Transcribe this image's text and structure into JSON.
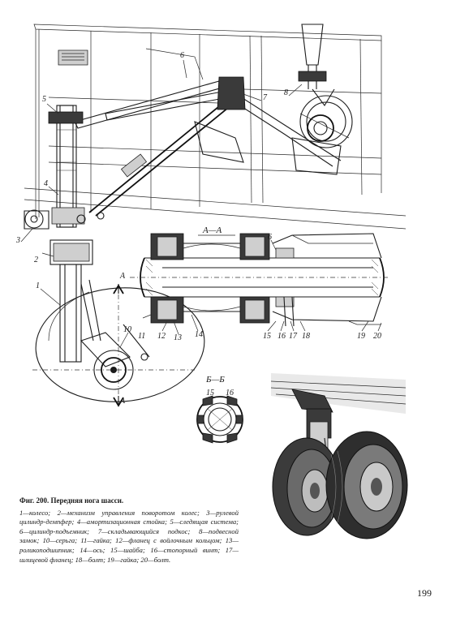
{
  "figure": {
    "caption_title": "Фиг. 200. Передняя нога шасси.",
    "caption_text": "1—колесо; 2—механизм управления поворотом колес; 3—рулевой цилиндр-демпфер; 4—амортизационная стойка; 5—следящая система; 6—цилиндр-подъемник; 7—складывающийся подкос; 8—подвесной замок; 10—серьга; 11—гайка; 12—фланец с войлочным кольцом; 13—роликоподшипник; 14—ось; 15—шайба; 16—стопорный винт; 17—шлицевой фланец; 18—болт; 19—гайка; 20—болт."
  },
  "section_labels": {
    "aa": "А—А",
    "bb": "Б—Б"
  },
  "callouts": {
    "main": [
      {
        "id": "n1",
        "text": "1"
      },
      {
        "id": "n2",
        "text": "2"
      },
      {
        "id": "n3",
        "text": "3"
      },
      {
        "id": "n4",
        "text": "4"
      },
      {
        "id": "n5",
        "text": "5"
      },
      {
        "id": "n6",
        "text": "6"
      },
      {
        "id": "n7",
        "text": "7"
      },
      {
        "id": "n8",
        "text": "8"
      },
      {
        "id": "n10",
        "text": "10"
      },
      {
        "id": "nA1",
        "text": "А"
      },
      {
        "id": "nA2",
        "text": "А"
      }
    ],
    "aa_section": [
      {
        "id": "s11",
        "text": "11"
      },
      {
        "id": "s12",
        "text": "12"
      },
      {
        "id": "s13",
        "text": "13"
      },
      {
        "id": "s14",
        "text": "14"
      },
      {
        "id": "s15",
        "text": "15"
      },
      {
        "id": "s16",
        "text": "16"
      },
      {
        "id": "s17",
        "text": "17"
      },
      {
        "id": "s18",
        "text": "18"
      },
      {
        "id": "s19",
        "text": "19"
      },
      {
        "id": "s20",
        "text": "20"
      },
      {
        "id": "s6",
        "text": "6"
      }
    ],
    "bb_section": [
      {
        "id": "b15",
        "text": "15"
      },
      {
        "id": "b16",
        "text": "16"
      }
    ]
  },
  "page_number": "199"
}
